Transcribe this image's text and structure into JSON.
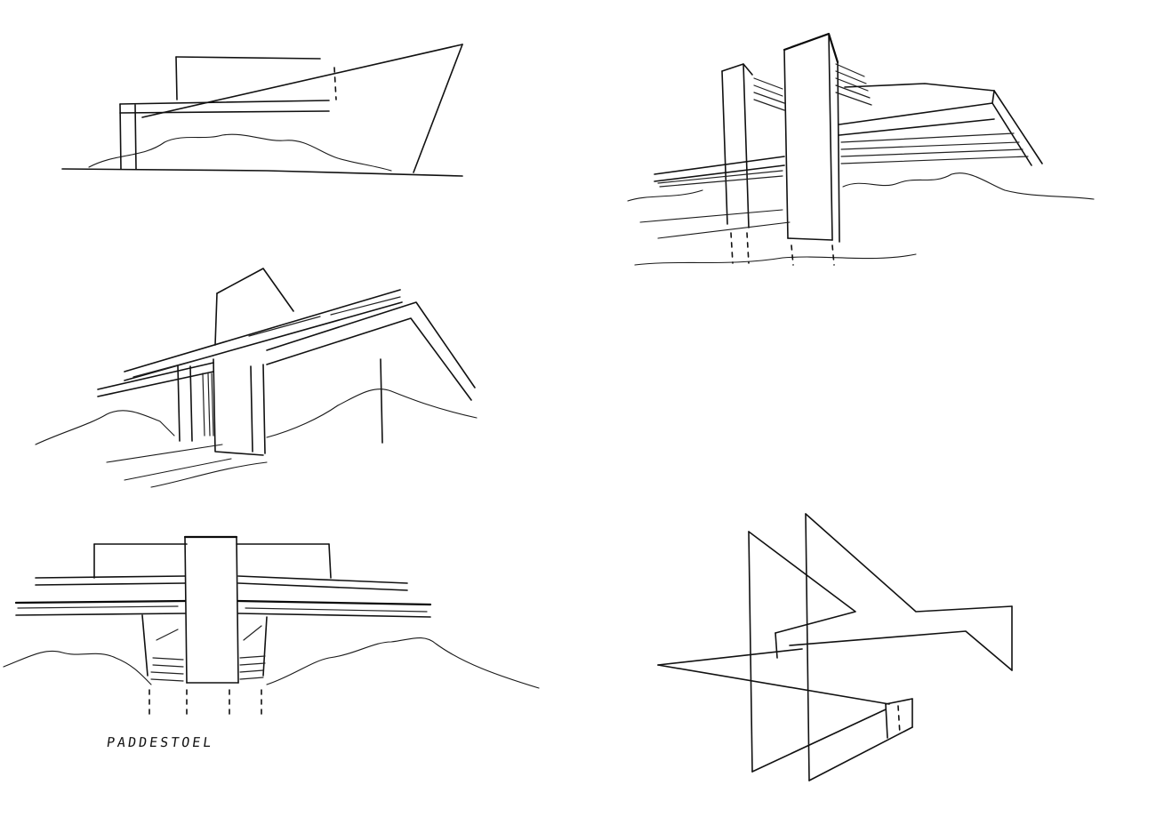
{
  "sheet": {
    "background": "#ffffff",
    "ink_color": "#111111",
    "caption": "PADDESTOEL"
  },
  "sketches": [
    {
      "name": "side-elevation-sketch"
    },
    {
      "name": "perspective-pillar-sketch"
    },
    {
      "name": "low-angle-perspective-sketch"
    },
    {
      "name": "mushroom-section-sketch"
    },
    {
      "name": "abstract-planes-sketch"
    }
  ]
}
